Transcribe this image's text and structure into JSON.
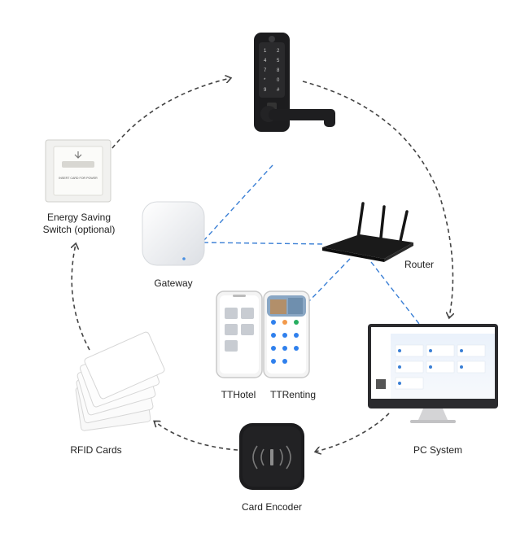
{
  "labels": {
    "energy_line1": "Energy Saving",
    "energy_line2": "Switch (optional)",
    "gateway": "Gateway",
    "router": "Router",
    "tthotel": "TTHotel",
    "ttrenting": "TTRenting",
    "rfid": "RFID Cards",
    "card_encoder": "Card Encoder",
    "pc_system": "PC System"
  },
  "switch_plate_text": "INSERT CARD FOR POWER",
  "colors": {
    "arrow": "#444444",
    "link": "#3a7fd5",
    "device_dark": "#1c1c1e",
    "app_blue": "#2f80ed"
  },
  "icons": [
    "smart-lock-icon",
    "energy-switch-icon",
    "gateway-icon",
    "router-icon",
    "phone-app-icon",
    "rfid-card-icon",
    "card-encoder-icon",
    "pc-monitor-icon"
  ]
}
